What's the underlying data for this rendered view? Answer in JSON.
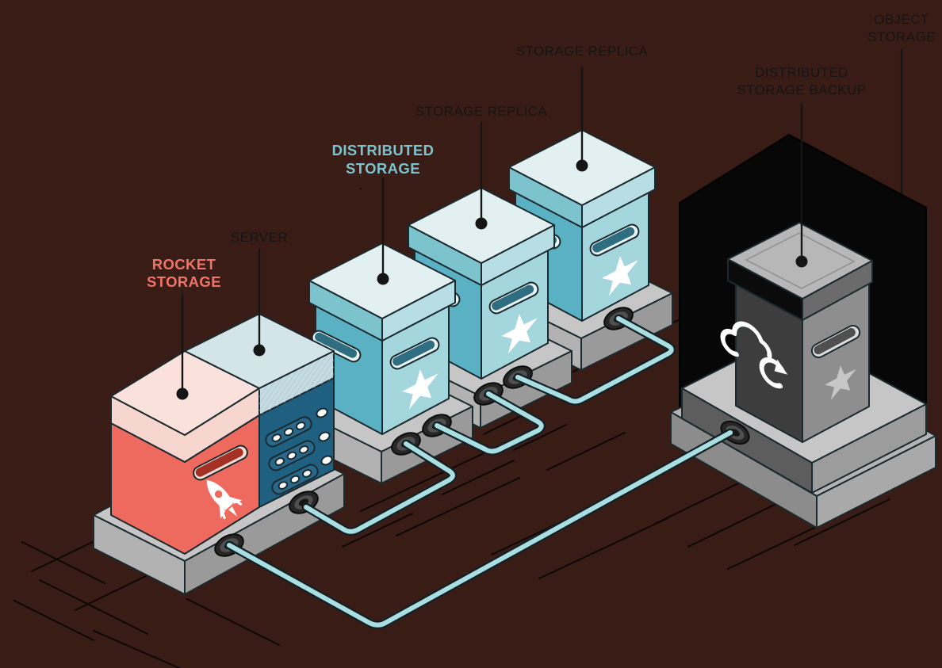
{
  "palette": {
    "bg": "#381c15",
    "floor_line": "#0d0806",
    "outline": "#1b2a2e",
    "cable": "#a9dee3",
    "cable_outline": "#132125",
    "salmon": "#ef6a5e",
    "salmon_band": "#f8d6d0",
    "salmon_top": "#fbe1db",
    "slot_hi_salmon": "#f9ddd6",
    "slot_dark_red": "#a53125",
    "server_face": "#1f6080",
    "server_top": "#d4e5e9",
    "server_band": "#c6dbe1",
    "pill_fill": "#29688a",
    "teal_body_left": "#5ab1c3",
    "teal_body_right": "#a4d6dd",
    "teal_lid_left": "#7cc3ce",
    "teal_lid_right": "#b7dee5",
    "teal_top": "#e3f0f2",
    "slot_hi_teal": "#e9f5f6",
    "slot_dark_teal": "#2f6e80",
    "base_top": "#c6c6c6",
    "base_left": "#b2b2b2",
    "base_right": "#9a9a9a",
    "port_dark": "#262626",
    "port_mid": "#4f4f4f",
    "vault": "#070707",
    "platform_left": "#5d5d5d",
    "platform_right": "#9c9c9c",
    "platform2_left": "#8c8c8c",
    "platform2_right": "#a9a9a9",
    "platform2_top": "#b4b4b4",
    "backup_left": "#3d3d3d",
    "backup_right": "#8e8e8e",
    "backup_lid_top": "#b7b7b7",
    "backup_lid_left": "#0b0b0b",
    "backup_lid_right": "#6b6b6b",
    "backup_star": "#c7c7c7",
    "slot_hi_gray": "#dcdcdc",
    "slot_dark_gray": "#4f4f4f",
    "label_dark": "#151515",
    "label_red": "#f0736a",
    "label_teal": "#7cc3ce",
    "white": "#ffffff"
  },
  "labels": {
    "rocket_storage": {
      "line1": "ROCKET",
      "line2": "STORAGE"
    },
    "server": {
      "line1": "SERVER"
    },
    "distributed_storage": {
      "line1": "DISTRIBUTED",
      "line2": "STORAGE"
    },
    "storage_replica_1": {
      "line1": "STORAGE REPLICA"
    },
    "storage_replica_2": {
      "line1": "STORAGE REPLICA"
    },
    "distributed_storage_backup": {
      "line1": "DISTRIBUTED",
      "line2": "STORAGE BACKUP"
    },
    "object_storage": {
      "line1": "OBJECT",
      "line2": "STORAGE"
    }
  },
  "icons": {
    "rocket": "rocket-icon",
    "cloud_backup": "cloud-backup-icon",
    "star": "star-icon",
    "port": "cable-port",
    "slot": "vent-slot"
  }
}
